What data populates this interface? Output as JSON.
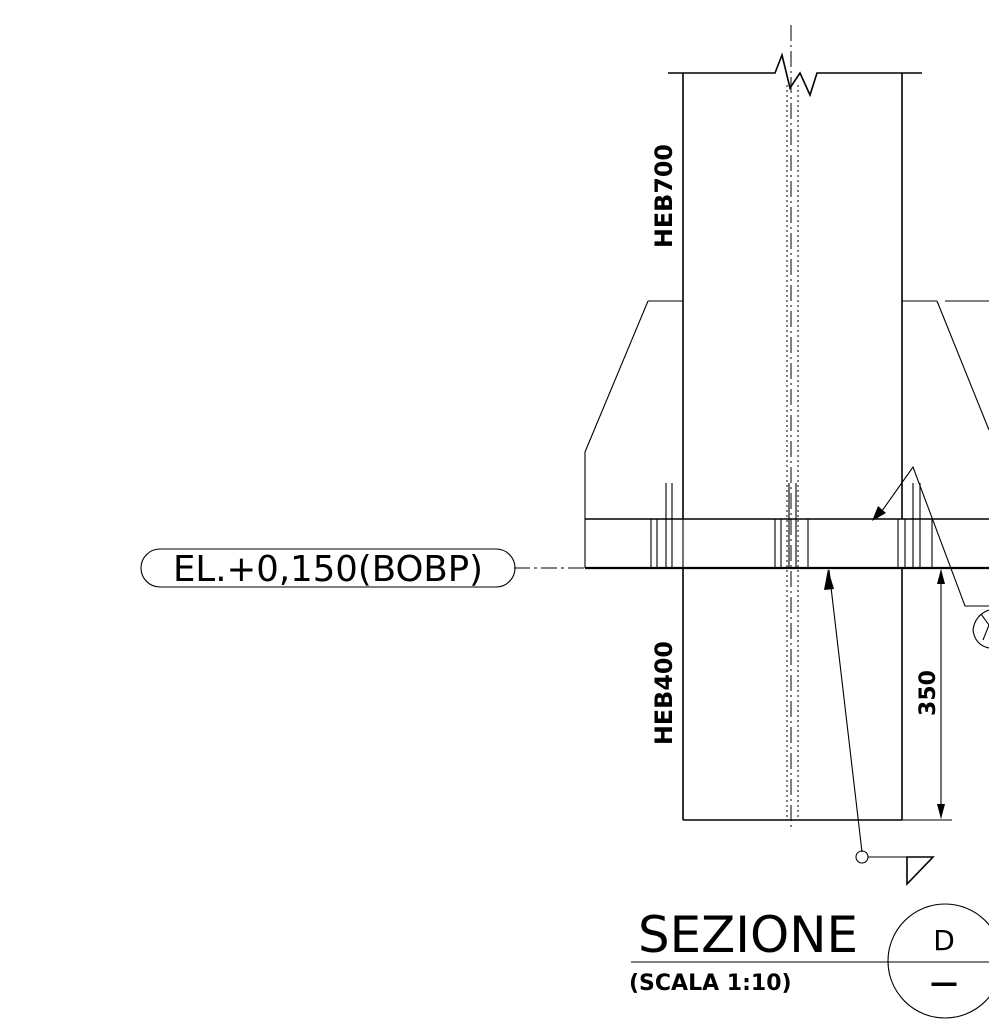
{
  "labels": {
    "upper_column": "HEB700",
    "lower_column": "HEB400",
    "elevation": "EL.+0,150(BOBP)",
    "dimension": "350",
    "section_title": "SEZIONE",
    "section_scale": "(SCALA 1:10)",
    "section_letter": "D",
    "section_sheet": "—"
  }
}
